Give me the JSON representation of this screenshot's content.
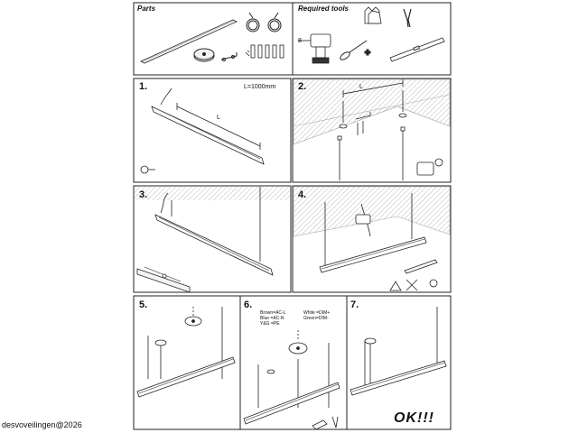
{
  "header": {
    "parts_label": "Parts",
    "tools_label": "Required tools",
    "drill_count": "8"
  },
  "steps": [
    {
      "number": "1.",
      "dimension": "L=1000mm",
      "length_mark": "L"
    },
    {
      "number": "2.",
      "length_mark": "L"
    },
    {
      "number": "3."
    },
    {
      "number": "4."
    },
    {
      "number": "5."
    },
    {
      "number": "6.",
      "wiring_left": [
        "Brown=AC-L",
        "Blue  =AC-N",
        "Y&G  =PE"
      ],
      "wiring_right": [
        "White =DIM+",
        "Green=DIM-"
      ]
    },
    {
      "number": "7."
    }
  ],
  "ok_text": "OK!!!",
  "watermark": "desvoveilingen@2026",
  "colors": {
    "line": "#222222",
    "ceiling_hatch": "#9a9a9a",
    "fixture": "#ffffff"
  },
  "icons": [
    "lamp-bar-icon",
    "cable-coil-icon",
    "ceiling-canopy-icon",
    "bracket-icon",
    "screw-anchor-icon",
    "gloves-icon",
    "pliers-icon",
    "drill-icon",
    "screwdriver-icon",
    "level-icon",
    "warning-icon"
  ]
}
